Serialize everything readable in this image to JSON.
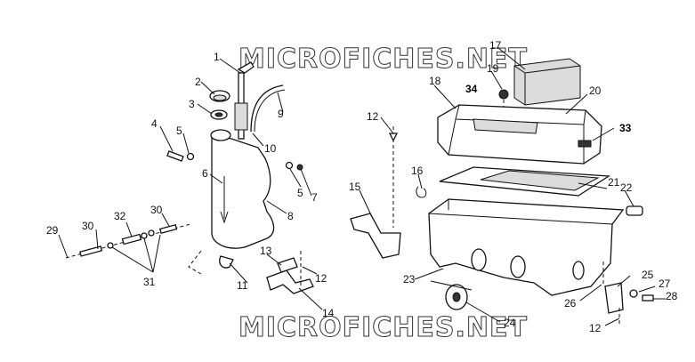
{
  "watermark": {
    "text": "MICROFICHES.NET"
  },
  "callouts": [
    "1",
    "2",
    "3",
    "4",
    "5",
    "5",
    "6",
    "7",
    "8",
    "9",
    "10",
    "11",
    "12",
    "12",
    "12",
    "13",
    "14",
    "15",
    "16",
    "17",
    "18",
    "19",
    "20",
    "21",
    "22",
    "23",
    "24",
    "25",
    "26",
    "27",
    "28",
    "29",
    "30",
    "30",
    "31",
    "32",
    "33",
    "34"
  ]
}
